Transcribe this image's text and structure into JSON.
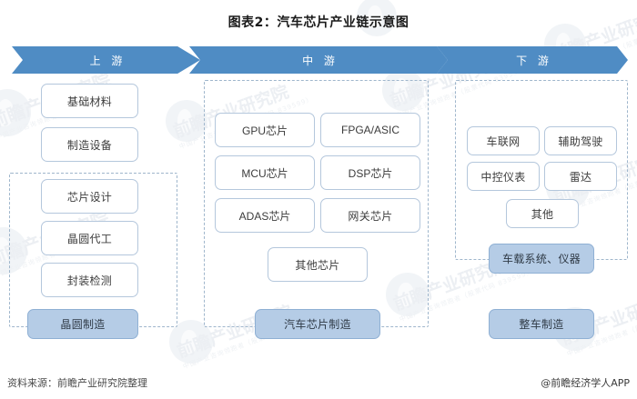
{
  "title": "图表2：汽车芯片产业链示意图",
  "banner": {
    "segments": [
      {
        "label": "上 游",
        "name": "upstream"
      },
      {
        "label": "中 游",
        "name": "midstream"
      },
      {
        "label": "下 游",
        "name": "downstream"
      }
    ]
  },
  "colors": {
    "chevron": "#4F8CC4",
    "highlight_box": "#B5CCE6",
    "box_border": "#b4c7dc",
    "dashed_border": "#9fb6cc"
  },
  "upstream": {
    "top_boxes": [
      {
        "label": "基础材料"
      },
      {
        "label": "制造设备"
      }
    ],
    "grouped_boxes": [
      {
        "label": "芯片设计"
      },
      {
        "label": "晶圆代工"
      },
      {
        "label": "封装检测"
      }
    ],
    "highlight": {
      "label": "晶圆制造"
    }
  },
  "midstream": {
    "chip_boxes": [
      {
        "label": "GPU芯片"
      },
      {
        "label": "FPGA/ASIC"
      },
      {
        "label": "MCU芯片"
      },
      {
        "label": "DSP芯片"
      },
      {
        "label": "ADAS芯片"
      },
      {
        "label": "网关芯片"
      }
    ],
    "other_box": {
      "label": "其他芯片"
    },
    "highlight": {
      "label": "汽车芯片制造"
    }
  },
  "downstream": {
    "app_boxes": [
      {
        "label": "车联网"
      },
      {
        "label": "辅助驾驶"
      },
      {
        "label": "中控仪表"
      },
      {
        "label": "雷达"
      }
    ],
    "other_box": {
      "label": "其他"
    },
    "highlight_system": {
      "label": "车载系统、仪器"
    },
    "highlight_vehicle": {
      "label": "整车制造"
    }
  },
  "footer": {
    "source": "资料来源：前瞻产业研究院整理",
    "app": "@前瞻经济学人APP"
  },
  "watermark": {
    "main": "前瞻产业研究院",
    "sub": "中国产业咨询领跑者（股票代码 839599）"
  }
}
